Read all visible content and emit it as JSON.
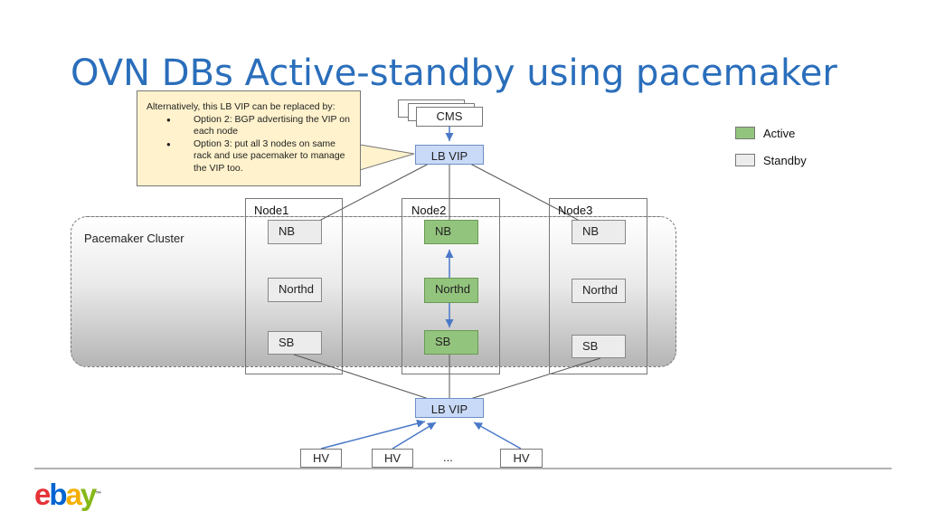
{
  "title": "OVN DBs Active-standby using pacemaker",
  "callout": {
    "heading": "Alternatively, this LB VIP can be replaced by:",
    "options": [
      "Option 2: BGP advertising the VIP on each node",
      "Option 3: put all 3 nodes on same rack and use pacemaker to manage the VIP too."
    ]
  },
  "cms_label": "CMS",
  "lb_vip_top": "LB VIP",
  "lb_vip_bottom": "LB VIP",
  "cluster_label": "Pacemaker Cluster",
  "legend": {
    "active": "Active",
    "standby": "Standby",
    "active_color": "#93c47d",
    "standby_color": "#ececec"
  },
  "nodes": [
    {
      "name": "Node1",
      "nb": "NB",
      "northd": "Northd",
      "sb": "SB",
      "state": "standby"
    },
    {
      "name": "Node2",
      "nb": "NB",
      "northd": "Northd",
      "sb": "SB",
      "state": "active"
    },
    {
      "name": "Node3",
      "nb": "NB",
      "northd": "Northd",
      "sb": "SB",
      "state": "standby"
    }
  ],
  "hypervisors": [
    "HV",
    "HV",
    "...",
    "HV"
  ],
  "logo": "ebay"
}
